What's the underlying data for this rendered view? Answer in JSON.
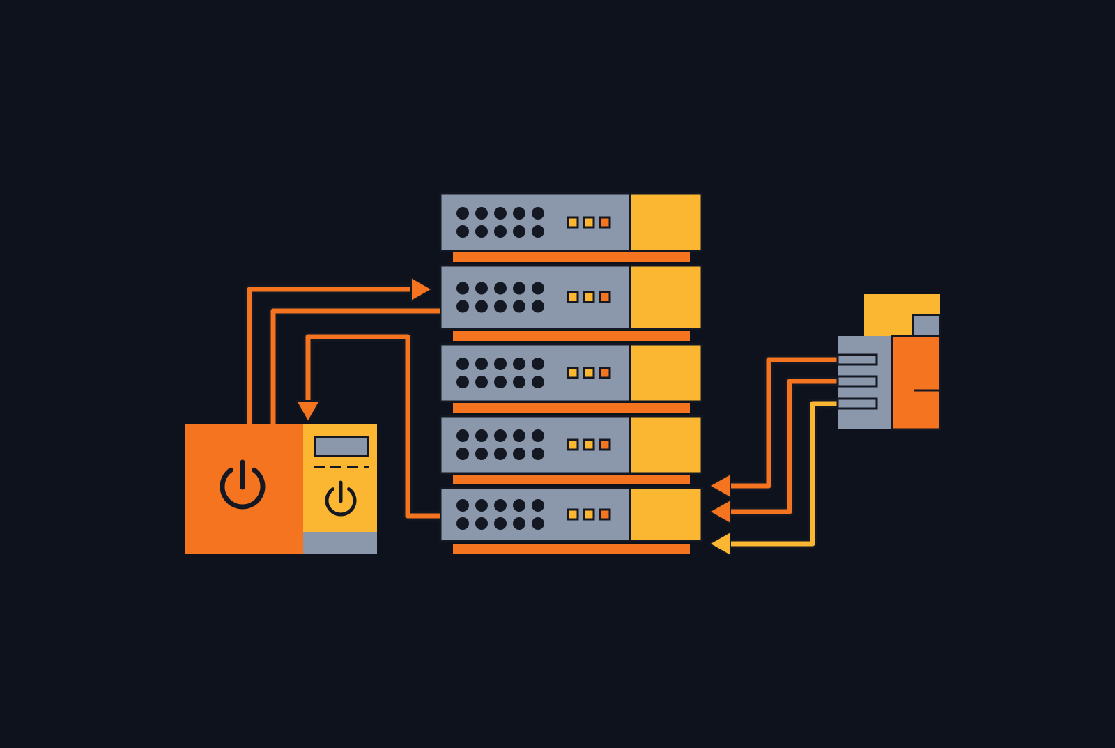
{
  "colors": {
    "background": "#0e121c",
    "outline": "#141823",
    "orange": "#f47420",
    "amber": "#fbb731",
    "slate": "#8b97ab"
  },
  "server_rack": {
    "unit_count": 5,
    "unit_style": {
      "vent_holes_rows": 2,
      "vent_holes_per_row": 5,
      "indicator_lights": [
        "amber",
        "amber",
        "orange"
      ],
      "side_panel_color": "amber",
      "base_strip_color": "orange"
    }
  },
  "power_supply": {
    "main_block_icon": "power-icon",
    "side_module_icon": "power-icon",
    "side_module_has_display": true
  },
  "network_switch": {
    "ports": 3,
    "top_block_color": "amber",
    "side_block_color": "orange"
  },
  "connections": [
    {
      "from": "power-supply",
      "to": "server-unit-2",
      "color": "orange",
      "arrowhead": "right"
    },
    {
      "from": "server-unit-2",
      "to": "power-supply",
      "color": "orange",
      "arrowhead": "none"
    },
    {
      "from": "server-unit-5",
      "to": "power-supply-side-module",
      "color": "orange",
      "arrowhead": "down"
    },
    {
      "from": "network-switch-port-1",
      "to": "server-unit-5",
      "color": "orange",
      "arrowhead": "left"
    },
    {
      "from": "network-switch-port-2",
      "to": "server-unit-5",
      "color": "orange",
      "arrowhead": "left"
    },
    {
      "from": "network-switch-port-3",
      "to": "server-unit-5",
      "color": "amber",
      "arrowhead": "left"
    }
  ]
}
